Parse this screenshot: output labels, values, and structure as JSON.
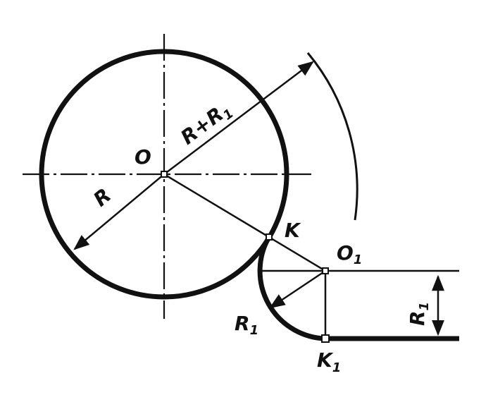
{
  "labels": {
    "center": "O",
    "center_1": "O",
    "center_1_sub": "1",
    "tangent_point": "K",
    "point_k1": "K",
    "point_k1_sub": "1",
    "radius": "R",
    "sum_radius_main": "R+R",
    "sum_radius_sub": "1",
    "radius_1_main": "R",
    "radius_1_sub": "1",
    "radius_1_vertical_main": "R",
    "radius_1_vertical_sub": "1"
  },
  "colors": {
    "ink": "#111111",
    "background": "#ffffff"
  }
}
